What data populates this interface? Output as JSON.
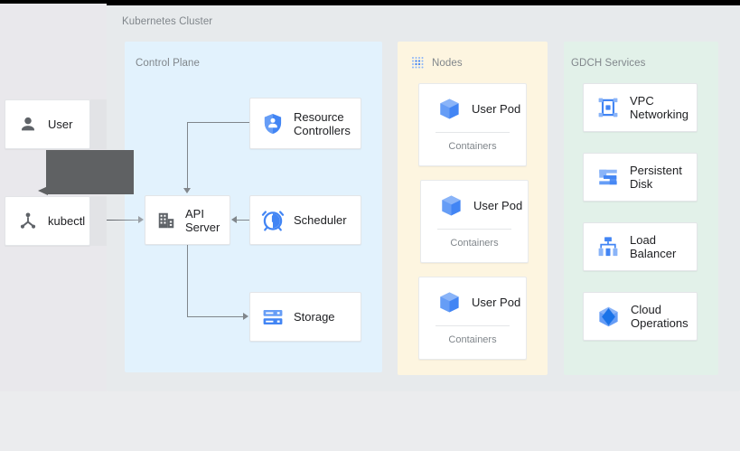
{
  "page": {
    "background": "#ebecee",
    "top_bar_color": "#000000"
  },
  "cluster": {
    "title": "Kubernetes Cluster",
    "background": "#e7eaec"
  },
  "actors": {
    "items": [
      {
        "label": "User",
        "icon": "user-icon"
      },
      {
        "label": "kubectl",
        "icon": "kubectl-icon"
      }
    ],
    "tooltip": {
      "text": "",
      "color": "#5f6163"
    }
  },
  "control_plane": {
    "title": "Control Plane",
    "background": "#e2f2fd",
    "cards": [
      {
        "label": "Resource Controllers",
        "line1": "Resource",
        "line2": "Controllers",
        "icon": "shield-person-icon"
      },
      {
        "label": "API Server",
        "line1": "API",
        "line2": "Server",
        "icon": "api-server-building-icon"
      },
      {
        "label": "Scheduler",
        "line1": "Scheduler",
        "line2": "",
        "icon": "alarm-clock-icon"
      },
      {
        "label": "Storage",
        "line1": "Storage",
        "line2": "",
        "icon": "storage-database-icon"
      }
    ]
  },
  "nodes": {
    "title": "Nodes",
    "icon": "dotted-grid-icon",
    "background": "#fdf5e0",
    "pods": [
      {
        "label": "User Pod",
        "sub": "Containers",
        "icon": "pod-cube-icon"
      },
      {
        "label": "User Pod",
        "sub": "Containers",
        "icon": "pod-cube-icon"
      },
      {
        "label": "User Pod",
        "sub": "Containers",
        "icon": "pod-cube-icon"
      }
    ]
  },
  "gdch": {
    "title": "GDCH Services",
    "background": "#e2f1e9",
    "services": [
      {
        "label": "VPC Networking",
        "line1": "VPC",
        "line2": "Networking",
        "icon": "vpc-networking-icon"
      },
      {
        "label": "Persistent Disk",
        "line1": "Persistent",
        "line2": "Disk",
        "icon": "persistent-disk-icon"
      },
      {
        "label": "Load Balancer",
        "line1": "Load",
        "line2": "Balancer",
        "icon": "load-balancer-icon"
      },
      {
        "label": "Cloud Operations",
        "line1": "Cloud",
        "line2": "Operations",
        "icon": "cloud-operations-icon"
      }
    ]
  },
  "connectors": {
    "color": "#80868b",
    "edges": [
      {
        "from": "kubectl",
        "to": "API Server",
        "direction": "right"
      },
      {
        "from": "Resource Controllers",
        "to": "API Server",
        "direction": "down"
      },
      {
        "from": "Scheduler",
        "to": "API Server",
        "direction": "left"
      },
      {
        "from": "API Server",
        "to": "Storage",
        "direction": "right"
      }
    ]
  }
}
